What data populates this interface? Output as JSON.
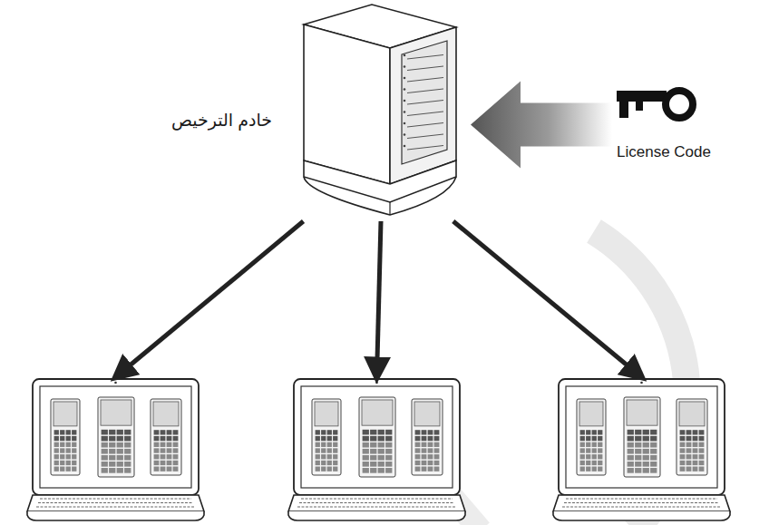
{
  "diagram": {
    "nodes": [
      {
        "text": [
          "خادم الترخيص"
        ]
      },
      {
        "text": [
          "License Code"
        ]
      },
      {
        "text": []
      },
      {
        "text": []
      },
      {
        "text": []
      }
    ],
    "edges": [
      {
        "from": 1,
        "to": 0,
        "arrow": "to"
      },
      {
        "from": 0,
        "to": 2,
        "arrow": "to"
      },
      {
        "from": 0,
        "to": 3,
        "arrow": "to"
      },
      {
        "from": 0,
        "to": 4,
        "arrow": "to"
      }
    ]
  }
}
